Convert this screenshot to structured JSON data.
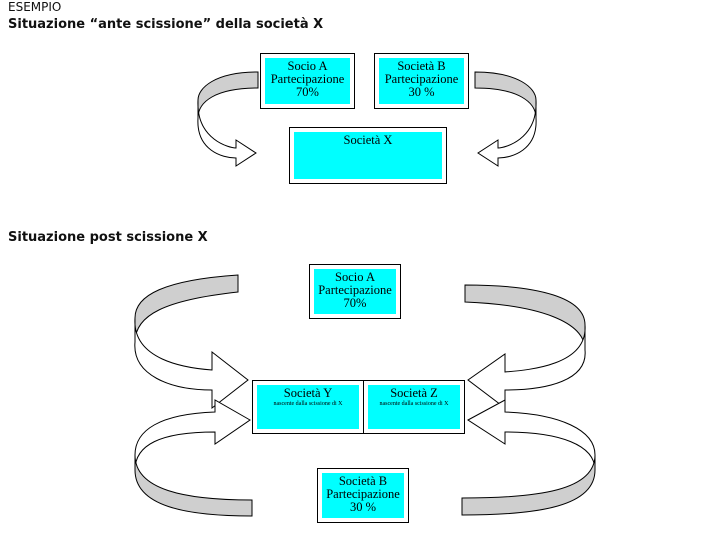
{
  "header": {
    "esempio": "ESEMPIO",
    "title_ante": "Situazione “ante scissione” della società X",
    "title_post": "Situazione post scissione X"
  },
  "ante": {
    "socio_a": {
      "name": "Socio A",
      "line2": "Partecipazione",
      "line3": "70%"
    },
    "societa_b": {
      "name": "Società B",
      "line2": "Partecipazione",
      "line3": "30 %"
    },
    "societa_x": {
      "name": "Società X"
    }
  },
  "post": {
    "socio_a": {
      "name": "Socio A",
      "line2": "Partecipazione",
      "line3": "70%"
    },
    "societa_y": {
      "name": "Società Y",
      "note": "nascente dalla scissione di X"
    },
    "societa_z": {
      "name": "Società Z",
      "note": "nascente dalla scissione di X"
    },
    "societa_b": {
      "name": "Società B",
      "line2": "Partecipazione",
      "line3": "30 %"
    }
  },
  "colors": {
    "box_fill": "#00ffff",
    "arrow_shadow": "#c8c8c8"
  }
}
